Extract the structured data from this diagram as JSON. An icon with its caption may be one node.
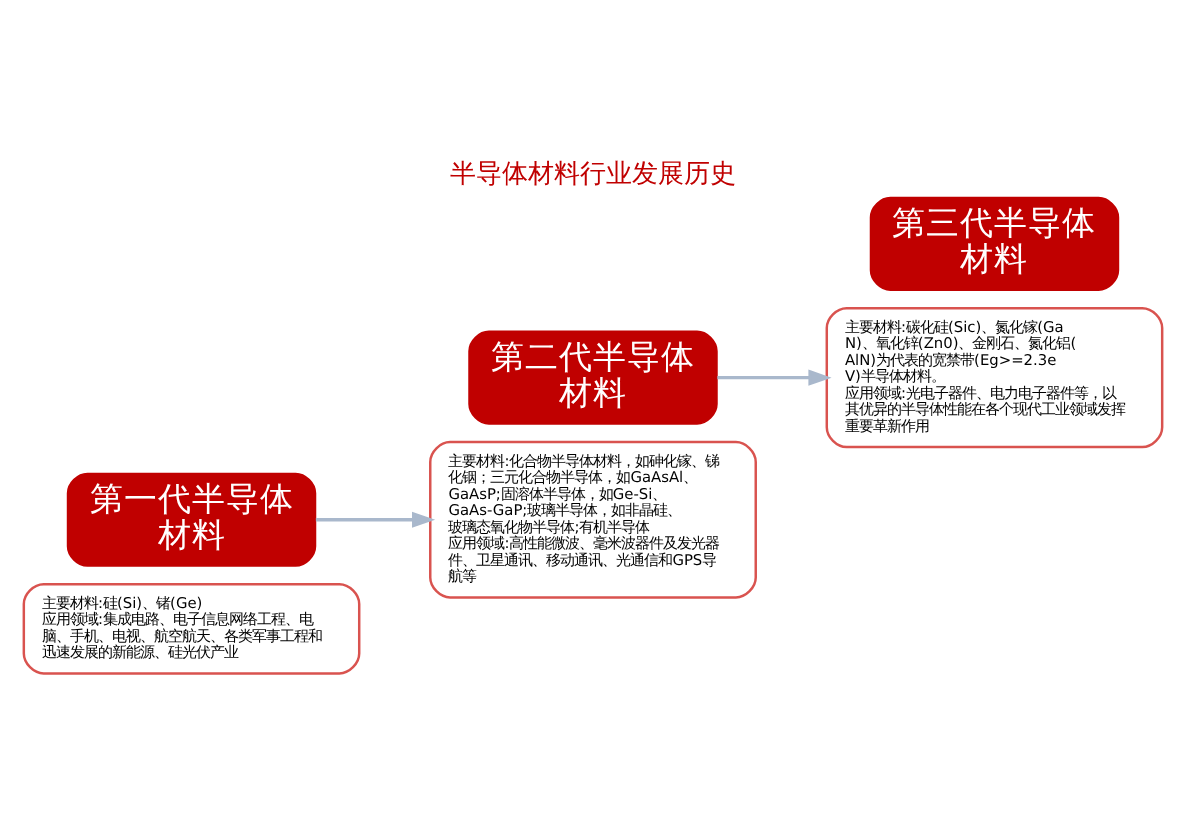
{
  "diagram": {
    "title": "半导体材料行业发展历史",
    "nodes": [
      {
        "text": [
          "第一代半导体材料"
        ]
      },
      {
        "text": [
          "主要材料:硅(Si)、锗(Ge)",
          "应用领域:集成电路、电子信息网络工程、电脑、手机、电视、航空航天、各类军事工程和迅速发展的新能源、硅光伏产业"
        ]
      },
      {
        "text": [
          "第二代半导体材料"
        ]
      },
      {
        "text": [
          "主要材料:化合物半导体材料，如砷化镓、锑化铟；三元化合物半导体，如GaAsAl、GaAsP;固溶体半导体，如Ge-Si、GaAs-GaP;玻璃半导体，如非晶硅、玻璃态氧化物半导体;有机半导体",
          "应用领域:高性能微波、毫米波器件及发光器件、卫星通讯、移动通讯、光通信和GPS导航等"
        ]
      },
      {
        "text": [
          "第三代半导体材料"
        ]
      },
      {
        "text": [
          "主要材料:碳化硅(Sic)、氮化镓(GaN)、氧化锌(Zn0)、金刚石、氮化铝(AlN)为代表的宽禁带(Eg>=2.3eV)半导体材料。",
          "应用领域:光电子器件、电力电子器件等，以其优异的半导体性能在各个现代工业领域发挥重要革新作用"
        ]
      }
    ],
    "edges": [
      {
        "from": 0,
        "to": 3,
        "arrow": "to"
      },
      {
        "from": 2,
        "to": 5,
        "arrow": "to"
      }
    ]
  }
}
